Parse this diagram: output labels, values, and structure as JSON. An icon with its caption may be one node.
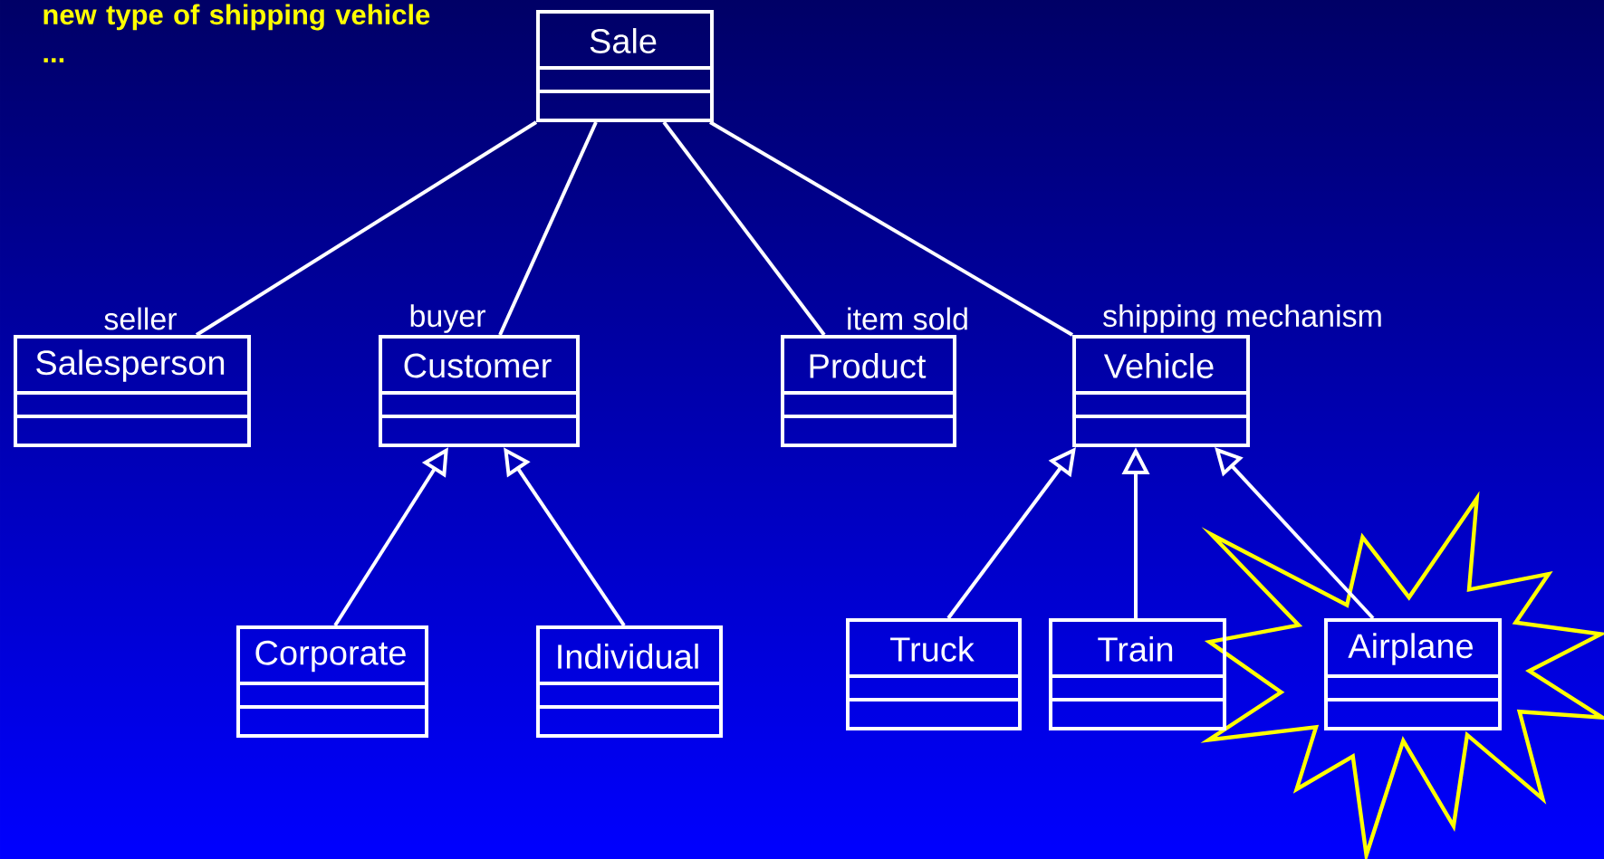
{
  "diagram": {
    "nodes": [
      {
        "text": [
          "Sale"
        ]
      },
      {
        "text": [
          "Salesperson"
        ]
      },
      {
        "text": [
          "Customer"
        ]
      },
      {
        "text": [
          "Product"
        ]
      },
      {
        "text": [
          "Vehicle"
        ]
      },
      {
        "text": [
          "Corporate"
        ]
      },
      {
        "text": [
          "Individual"
        ]
      },
      {
        "text": [
          "Truck"
        ]
      },
      {
        "text": [
          "Train"
        ]
      },
      {
        "text": [
          "Airplane"
        ]
      }
    ],
    "edges": [
      {
        "from": 0,
        "to": 1,
        "arrow": "none",
        "label": "seller"
      },
      {
        "from": 0,
        "to": 2,
        "arrow": "none",
        "label": "buyer"
      },
      {
        "from": 0,
        "to": 3,
        "arrow": "none",
        "label": "item sold"
      },
      {
        "from": 0,
        "to": 4,
        "arrow": "none",
        "label": "shipping mechanism"
      },
      {
        "from": 5,
        "to": 2,
        "arrow": "to"
      },
      {
        "from": 6,
        "to": 2,
        "arrow": "to"
      },
      {
        "from": 7,
        "to": 4,
        "arrow": "to"
      },
      {
        "from": 8,
        "to": 4,
        "arrow": "to"
      },
      {
        "from": 9,
        "to": 4,
        "arrow": "to"
      }
    ],
    "labels": [
      "new type of shipping vehicle ..."
    ]
  }
}
